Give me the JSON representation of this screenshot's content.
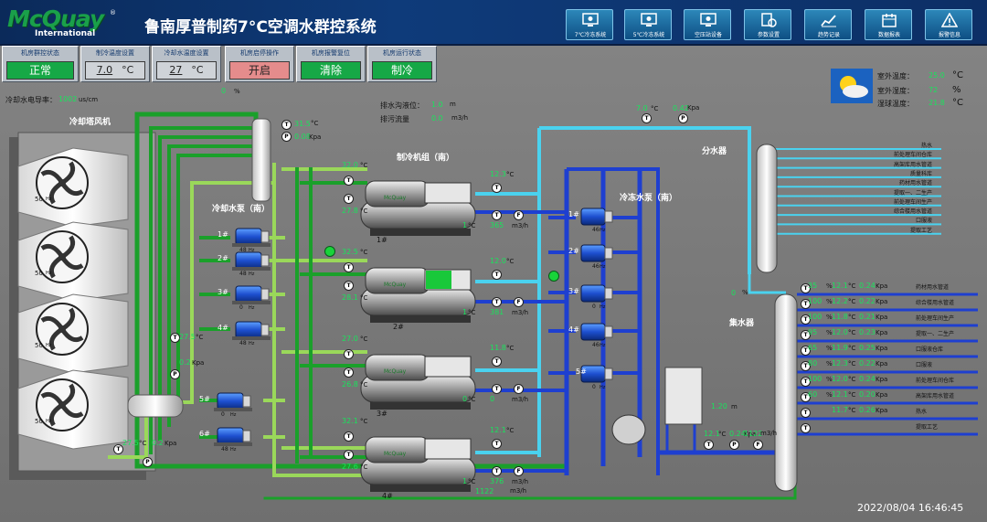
{
  "header": {
    "logo_text": "McQuay",
    "logo_sub": "International",
    "title": "鲁南厚普制药7°C空调水群控系统",
    "nav": [
      {
        "label": "7℃冷冻系统",
        "icon": "monitor-icon"
      },
      {
        "label": "5℃冷冻系统",
        "icon": "monitor-icon"
      },
      {
        "label": "空压站设备",
        "icon": "monitor-icon"
      },
      {
        "label": "参数设置",
        "icon": "settings-icon"
      },
      {
        "label": "趋势记录",
        "icon": "trend-icon"
      },
      {
        "label": "数据报表",
        "icon": "calendar-icon"
      },
      {
        "label": "报警信息",
        "icon": "warning-icon"
      }
    ]
  },
  "panels": {
    "group_status": {
      "title": "机房群控状态",
      "value": "正常"
    },
    "chilled_temp": {
      "title": "制冷温度设置",
      "value": "7.0",
      "unit": "°C"
    },
    "heating_temp": {
      "title": "冷却水温度设置",
      "value": "27",
      "unit": "°C"
    },
    "group_operation": {
      "title": "机房启停操作",
      "value": "开启"
    },
    "alarm_reset": {
      "title": "机房报警复位",
      "value": "清除"
    },
    "run_mode": {
      "title": "机房运行状态",
      "value": "制冷"
    }
  },
  "weather": {
    "outdoor_temp_label": "室外温度：",
    "outdoor_temp_value": "25.0",
    "outdoor_temp_unit": "°C",
    "outdoor_hum_label": "室外湿度：",
    "outdoor_hum_value": "72",
    "outdoor_hum_unit": "%",
    "wetbulb_label": "湿球温度：",
    "wetbulb_value": "21.8",
    "wetbulb_unit": "°C"
  },
  "top_info": {
    "cooling_water_label": "冷却水电导率：",
    "cooling_water_value": "1002",
    "cooling_water_unit": "us/cm",
    "drain_level_label": "排水沟液位：",
    "drain_level_value": "1.0",
    "drain_level_unit": "m",
    "drain_flow_label": "排污流量",
    "drain_flow_value": "0.0",
    "drain_flow_unit": "m3/h",
    "valve_pct_value": "0",
    "valve_pct_unit": "%"
  },
  "sections": {
    "cooling_tower": "冷却塔风机",
    "cooling_pump": "冷却水泵（南）",
    "chiller": "制冷机组（南）",
    "chilled_pump": "冷冻水泵（南）",
    "supply_header": "分水器",
    "return_header": "集水器"
  },
  "fans": [
    {
      "hz": "50",
      "hz_unit": "Hz"
    },
    {
      "hz": "50",
      "hz_unit": "Hz"
    },
    {
      "hz": "50",
      "hz_unit": "Hz"
    },
    {
      "hz": "50",
      "hz_unit": "Hz"
    }
  ],
  "tower_readings": {
    "t_value": "31.5",
    "t_unit": "°C",
    "p_value": "0.08",
    "p_unit": "Kpa",
    "bottom_t_value": "27.5",
    "bottom_t_unit": "°C",
    "bottom_p_value": "0.2",
    "bottom_p_unit": "Kpa",
    "mid_t_value": "27.5",
    "mid_t_unit": "°C",
    "mid_p_value": "0.2",
    "mid_p_unit": "Kpa"
  },
  "cooling_pumps": [
    {
      "label": "1#",
      "hz": "48",
      "hz_unit": "Hz"
    },
    {
      "label": "2#",
      "hz": "48",
      "hz_unit": "Hz"
    },
    {
      "label": "3#",
      "hz": "0",
      "hz_unit": "Hz"
    },
    {
      "label": "4#",
      "hz": "48",
      "hz_unit": "Hz"
    },
    {
      "label": "5#",
      "hz": "0",
      "hz_unit": "Hz"
    },
    {
      "label": "6#",
      "hz": "48",
      "hz_unit": "Hz"
    }
  ],
  "chillers": [
    {
      "label": "1#",
      "cond_in": "32.0",
      "cond_out": "27.8",
      "evap_in": "12.3",
      "evap_out": "7.2",
      "flow": "365",
      "load": "1",
      "unit_t": "°C",
      "unit_f": "m3/h"
    },
    {
      "label": "2#",
      "cond_in": "32.5",
      "cond_out": "28.1",
      "evap_in": "12.0",
      "evap_out": "7.0",
      "flow": "381",
      "load": "1",
      "unit_t": "°C",
      "unit_f": "m3/h"
    },
    {
      "label": "3#",
      "cond_in": "27.0",
      "cond_out": "26.8",
      "evap_in": "11.8",
      "evap_out": "11.9",
      "flow": "0",
      "load": "0",
      "unit_t": "°C",
      "unit_f": "m3/h"
    },
    {
      "label": "4#",
      "cond_in": "32.1",
      "cond_out": "27.6",
      "evap_in": "12.1",
      "evap_out": "7.1",
      "flow": "376",
      "load": "1",
      "unit_t": "°C",
      "unit_f": "m3/h"
    }
  ],
  "chilled_pumps": [
    {
      "label": "1#",
      "hz": "46",
      "hz_unit": "Hz"
    },
    {
      "label": "2#",
      "hz": "46",
      "hz_unit": "Hz"
    },
    {
      "label": "3#",
      "hz": "0",
      "hz_unit": "Hz"
    },
    {
      "label": "4#",
      "hz": "46",
      "hz_unit": "Hz"
    },
    {
      "label": "5#",
      "hz": "0",
      "hz_unit": "Hz"
    }
  ],
  "supply_line": {
    "t_value": "7.0",
    "t_unit": "°C",
    "p_value": "0.42",
    "p_unit": "Kpa"
  },
  "return_line": {
    "t_value": "12.1",
    "t_unit": "°C",
    "p_value": "0.24",
    "p_unit": "Kpa",
    "f_value": "1122",
    "f_unit": "m3/h"
  },
  "bypass": {
    "pct": "0",
    "pct_unit": "%"
  },
  "tank": {
    "level": "1.20",
    "unit": "m"
  },
  "bottom_flow": {
    "value": "1122",
    "unit": "m3/h"
  },
  "supply_branches": [
    "热水",
    "前处理车间仓库",
    "高架库用水管道",
    "质量科库",
    "药材用水管道",
    "提取一、二生产",
    "前处理车间生产",
    "综合楼用水管道",
    "口服液",
    "提取工艺"
  ],
  "return_branches": [
    {
      "pct": "35",
      "t": "12.1",
      "p": "0.24",
      "name": "药材用水管道"
    },
    {
      "pct": "100",
      "t": "12.2",
      "p": "0.22",
      "name": "综合楼用水管道"
    },
    {
      "pct": "100",
      "t": "11.8",
      "p": "0.21",
      "name": "前处理车间生产"
    },
    {
      "pct": "95",
      "t": "12.0",
      "p": "0.23",
      "name": "提取一、二生产"
    },
    {
      "pct": "65",
      "t": "11.9",
      "p": "0.25",
      "name": "口服液仓库"
    },
    {
      "pct": "80",
      "t": "12.3",
      "p": "0.22",
      "name": "口服液"
    },
    {
      "pct": "100",
      "t": "12.0",
      "p": "0.24",
      "name": "前处理车间仓库"
    },
    {
      "pct": "60",
      "t": "12.1",
      "p": "0.20",
      "name": "高架库用水管道"
    },
    {
      "pct": "",
      "t": "11.7",
      "p": "0.26",
      "name": "热水"
    },
    {
      "pct": "",
      "t": "",
      "p": "",
      "name": "提取工艺"
    }
  ],
  "units": {
    "pct": "%",
    "t": "°C",
    "p": "Kpa"
  },
  "datetime": "2022/08/04  16:46:45",
  "colors": {
    "cooling": "#1aa02a",
    "cooling_light": "#9ad85a",
    "chilled": "#1e3fd0",
    "chilled_light": "#4ad2ef",
    "value": "#19e35c"
  }
}
